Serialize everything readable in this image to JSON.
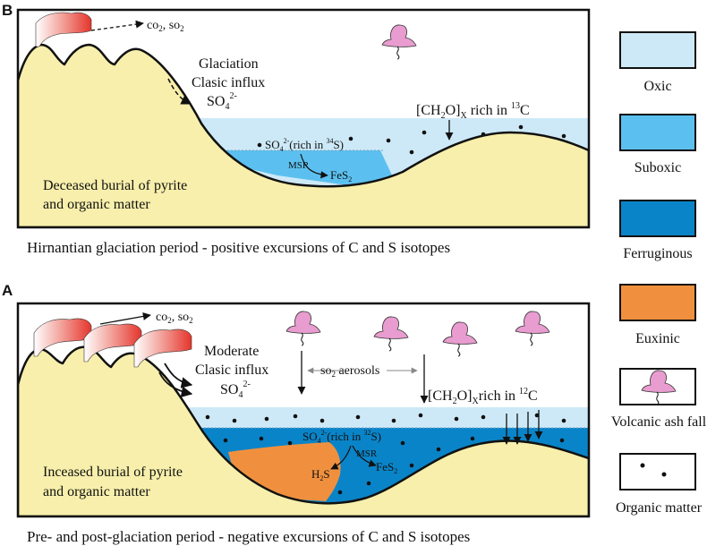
{
  "panel_b": {
    "label": "B",
    "gas_output": "co",
    "gas_sub": "2",
    "gas_tail": ", so",
    "gas_sub2": "2",
    "glaciation": "Glaciation",
    "clasic_influx": "Clasic influx",
    "sulfate": "SO",
    "sulfate_sub": "4",
    "sulfate_sup": "2-",
    "carbon_pre": "[CH",
    "carbon_sub1": "2",
    "carbon_mid": "O]",
    "carbon_sub2": "X",
    "carbon_post": " rich in ",
    "carbon_sup": "13",
    "carbon_el": "C",
    "reaction_pre": "SO",
    "reaction_sub": "4",
    "reaction_sup": "2-",
    "reaction_mid": "(rich in ",
    "reaction_sup2": "34",
    "reaction_post": "S)",
    "msr": "MSR",
    "pyrite": "FeS",
    "pyrite_sub": "2",
    "burial_line1": "Deceased burial of pyrite",
    "burial_line2": "and organic matter",
    "caption": "Hirnantian glaciation period - positive excursions of C and S isotopes"
  },
  "panel_a": {
    "label": "A",
    "gas_output": "co",
    "gas_sub": "2",
    "gas_tail": ", so",
    "gas_sub2": "2",
    "moderate": "Moderate",
    "clasic_influx": "Clasic influx",
    "sulfate": "SO",
    "sulfate_sub": "4",
    "sulfate_sup": "2-",
    "aerosols": "so",
    "aerosols_sub": "2",
    "aerosols_tail": " aerosols",
    "carbon_pre": "[CH",
    "carbon_sub1": "2",
    "carbon_mid": "O]",
    "carbon_sub2": "X",
    "carbon_post": "rich in ",
    "carbon_sup": "12",
    "carbon_el": "C",
    "reaction_pre": "SO",
    "reaction_sub": "4",
    "reaction_sup": "2-",
    "reaction_mid": "(rich in ",
    "reaction_sup2": "32",
    "reaction_post": "S)",
    "msr": "MSR",
    "h2s": "H",
    "h2s_sub": "2",
    "h2s_tail": "S",
    "pyrite": "FeS",
    "pyrite_sub": "2",
    "burial_line1": "Inceased burial of pyrite",
    "burial_line2": "and organic matter",
    "caption": "Pre- and post-glaciation period - negative excursions of C and S isotopes"
  },
  "legend": {
    "oxic": "Oxic",
    "suboxic": "Suboxic",
    "ferruginous": "Ferruginous",
    "euxinic": "Euxinic",
    "volcanic": "Volcanic ash fall",
    "organic": "Organic matter"
  },
  "colors": {
    "land": "#f7efab",
    "oxic": "#cde9f7",
    "suboxic": "#5bc0ef",
    "ferruginous": "#0a84c8",
    "euxinic": "#f0903e",
    "ash": "#e89ccf",
    "plume": "#e8453c"
  }
}
